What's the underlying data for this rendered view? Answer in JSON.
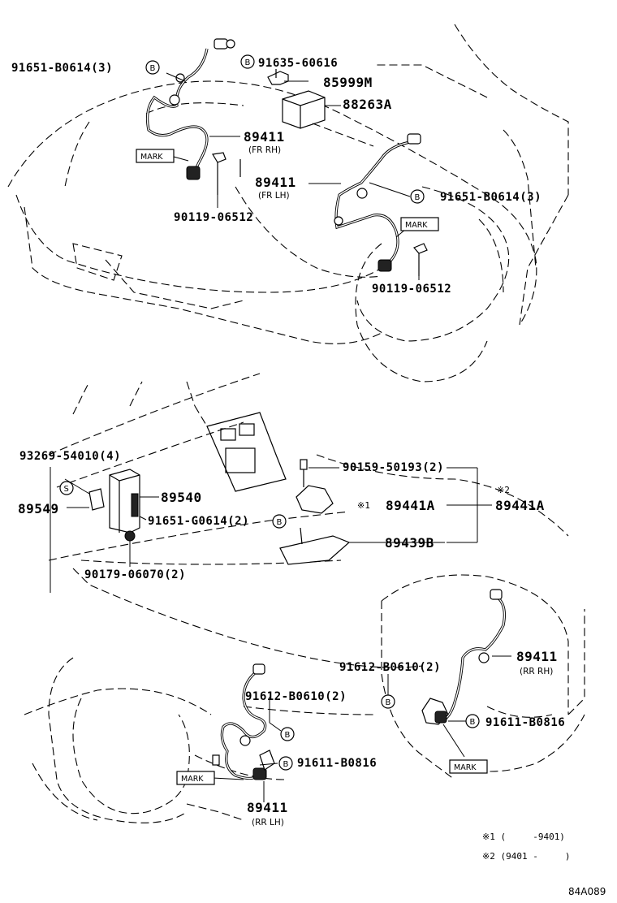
{
  "labels": {
    "p_91651_b0614_top_left": "91651-B0614(3)",
    "p_91635_60616": "91635-60616",
    "p_85999m": "85999M",
    "p_88263a": "88263A",
    "p_89411_fr_rh": "89411",
    "sub_fr_rh": "(FR RH)",
    "p_89411_fr_lh": "89411",
    "sub_fr_lh": "(FR LH)",
    "p_91651_b0614_right": "91651-B0614(3)",
    "p_90119_06512_left": "90119-06512",
    "p_90119_06512_right": "90119-06512",
    "p_93269_54010": "93269-54010(4)",
    "p_89549": "89549",
    "p_89540": "89540",
    "p_91651_g0614": "91651-G0614(2)",
    "p_90179_06070": "90179-06070(2)",
    "p_90159_50193": "90159-50193(2)",
    "p_89441a_mid": "89441A",
    "p_89441a_right": "89441A",
    "p_89439b": "89439B",
    "p_91612_b0610_right": "91612-B0610(2)",
    "p_89411_rr_rh": "89411",
    "sub_rr_rh": "(RR RH)",
    "p_91611_b0816_right": "91611-B0816",
    "p_91612_b0610_left": "91612-B0610(2)",
    "p_91611_b0816_left": "91611-B0816",
    "p_89411_rr_lh": "89411",
    "sub_rr_lh": "(RR LH)"
  },
  "marks": {
    "mark_text": "MARK",
    "circle_b": "B",
    "circle_s": "S",
    "ref1": "※1",
    "ref2": "※2"
  },
  "notes": {
    "note1": "※1 (     -9401)",
    "note2": "※2 (9401 -     )"
  },
  "figure_code": "84A089"
}
